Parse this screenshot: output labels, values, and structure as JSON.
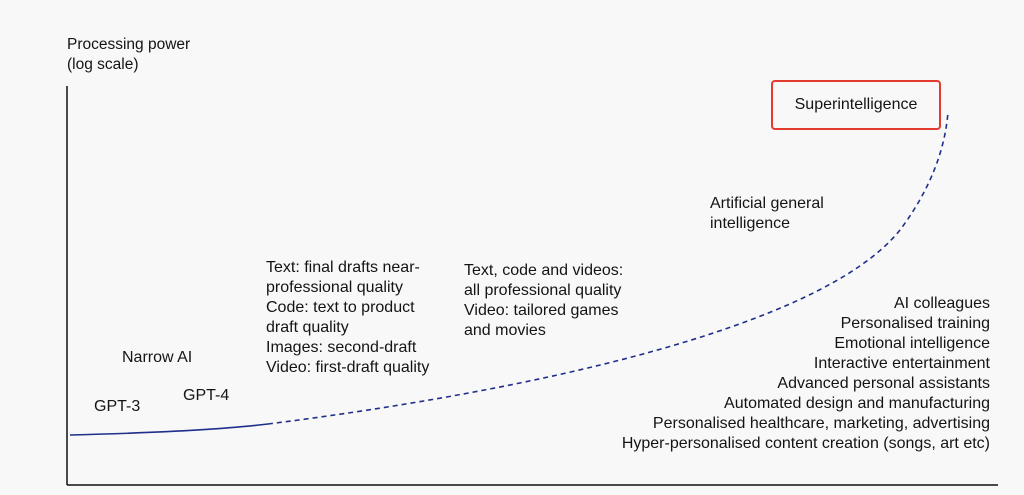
{
  "y_axis_label": [
    "Processing power",
    "(log scale)"
  ],
  "milestones": {
    "narrow_ai": "Narrow AI",
    "gpt3": "GPT-3",
    "gpt4": "GPT-4",
    "agi": [
      "Artificial general",
      "intelligence"
    ],
    "superintelligence": "Superintelligence"
  },
  "capability_blocks": [
    [
      "Text: final drafts near-",
      "professional quality",
      "Code: text to product",
      "draft quality",
      "Images: second-draft",
      "Video: first-draft quality"
    ],
    [
      "Text, code and videos:",
      "all professional quality",
      "Video: tailored games",
      "and movies"
    ]
  ],
  "applications": [
    "AI colleagues",
    "Personalised training",
    "Emotional intelligence",
    "Interactive entertainment",
    "Advanced personal assistants",
    "Automated design and manufacturing",
    "Personalised healthcare, marketing, advertising",
    "Hyper-personalised content creation (songs, art etc)"
  ],
  "colors": {
    "curve": "#1f2f8a",
    "highlight_border": "#e53a2f",
    "axis": "#111111",
    "text": "#141414",
    "background": "#f8f8f8"
  }
}
